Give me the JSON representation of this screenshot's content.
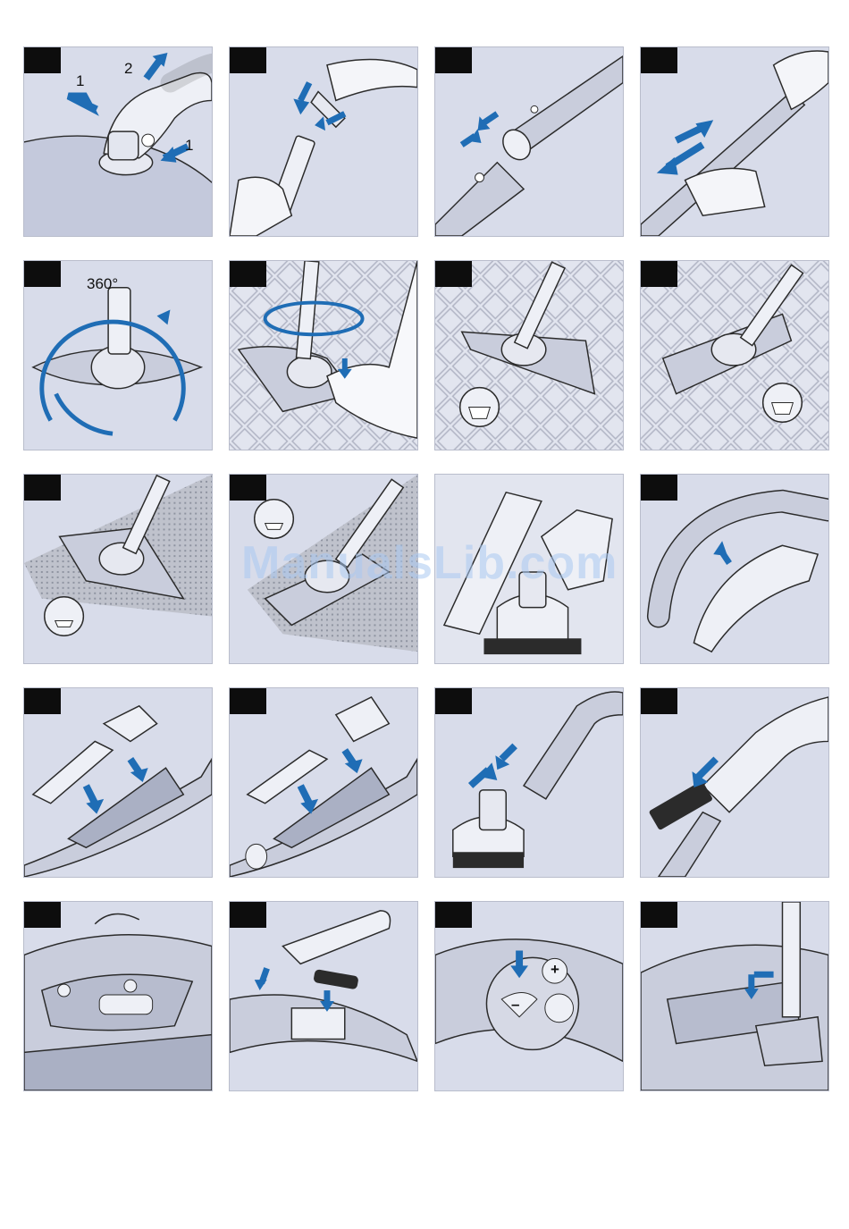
{
  "watermark": "ManualsLib.com",
  "colors": {
    "panel_bg": "#d8dcea",
    "arrow_blue": "#1f6db5",
    "badge": "#0d0d0d",
    "outline": "#2b2b2b"
  },
  "panels": [
    {
      "id": 1,
      "labels": [
        "1",
        "2",
        "1"
      ]
    },
    {
      "id": 2,
      "labels": []
    },
    {
      "id": 3,
      "labels": []
    },
    {
      "id": 4,
      "labels": []
    },
    {
      "id": 5,
      "labels": [
        "360°"
      ]
    },
    {
      "id": 6,
      "labels": []
    },
    {
      "id": 7,
      "labels": []
    },
    {
      "id": 8,
      "labels": []
    },
    {
      "id": 9,
      "labels": []
    },
    {
      "id": 10,
      "labels": []
    },
    {
      "id": 11,
      "labels": []
    },
    {
      "id": 12,
      "labels": []
    },
    {
      "id": 13,
      "labels": []
    },
    {
      "id": 14,
      "labels": []
    },
    {
      "id": 15,
      "labels": []
    },
    {
      "id": 16,
      "labels": []
    },
    {
      "id": 17,
      "labels": []
    },
    {
      "id": 18,
      "labels": []
    },
    {
      "id": 19,
      "labels": [
        "+",
        "–"
      ]
    },
    {
      "id": 20,
      "labels": []
    }
  ],
  "icons": [
    "arrow-icon",
    "hose-icon",
    "nozzle-icon",
    "brush-icon",
    "battery-icon",
    "power-icon"
  ]
}
